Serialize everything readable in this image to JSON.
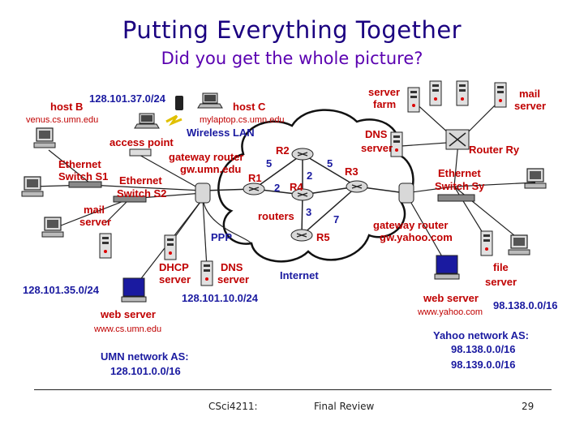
{
  "slide": {
    "title": "Putting Everything Together",
    "subtitle": "Did you get the whole picture?"
  },
  "labels": {
    "net_37": "128.101.37.0/24",
    "host_b": "host B",
    "host_b_name": "venus.cs.umn.edu",
    "host_c": "host C",
    "host_c_name": "mylaptop.cs.umn.edu",
    "wireless_lan": "Wireless LAN",
    "access_point": "access point",
    "eth_s1_a": "Ethernet",
    "eth_s1_b": "Switch S1",
    "eth_s2_a": "Ethernet",
    "eth_s2_b": "Switch S2",
    "gw_umn_a": "gateway  router",
    "gw_umn_b": "gw.umn.edu",
    "mail_umn_a": "mail",
    "mail_umn_b": "server",
    "ppp": "PPP",
    "dhcp_a": "DHCP",
    "dhcp_b": "server",
    "dns_umn_a": "DNS",
    "dns_umn_b": "server",
    "net_35": "128.101.35.0/24",
    "net_10": "128.101.10.0/24",
    "web_umn": "web server",
    "web_umn_name": "www.cs.umn.edu",
    "umn_as": "UMN network AS:",
    "umn_as_net": "128.101.0.0/16",
    "internet": "Internet",
    "routers": "routers",
    "r1": "R1",
    "r2": "R2",
    "r3": "R3",
    "r4": "R4",
    "r5": "R5",
    "n5a": "5",
    "n2a": "2",
    "n5b": "5",
    "n2b": "2",
    "n3": "3",
    "n7": "7",
    "server_farm_a": "server",
    "server_farm_b": "farm",
    "mail_y_a": "mail",
    "mail_y_b": "server",
    "dns_y_a": "DNS",
    "dns_y_b": "server",
    "router_ry": "Router Ry",
    "eth_sy_a": "Ethernet",
    "eth_sy_b": "Switch Sy",
    "gw_y_a": "gateway  router",
    "gw_y_b": "gw.yahoo.com",
    "file_a": "file",
    "file_b": "server",
    "web_y": "web server",
    "web_y_name": "www.yahoo.com",
    "net_138": "98.138.0.0/16",
    "yahoo_as": "Yahoo network AS:",
    "yahoo_as_1": "98.138.0.0/16",
    "yahoo_as_2": "98.139.0.0/16"
  },
  "footer": {
    "course": "CSci4211:",
    "topic": "Final Review",
    "page": "29"
  },
  "colors": {
    "title": "#1a0080",
    "label_red": "#c00000",
    "label_blue": "#1a1aa0"
  }
}
